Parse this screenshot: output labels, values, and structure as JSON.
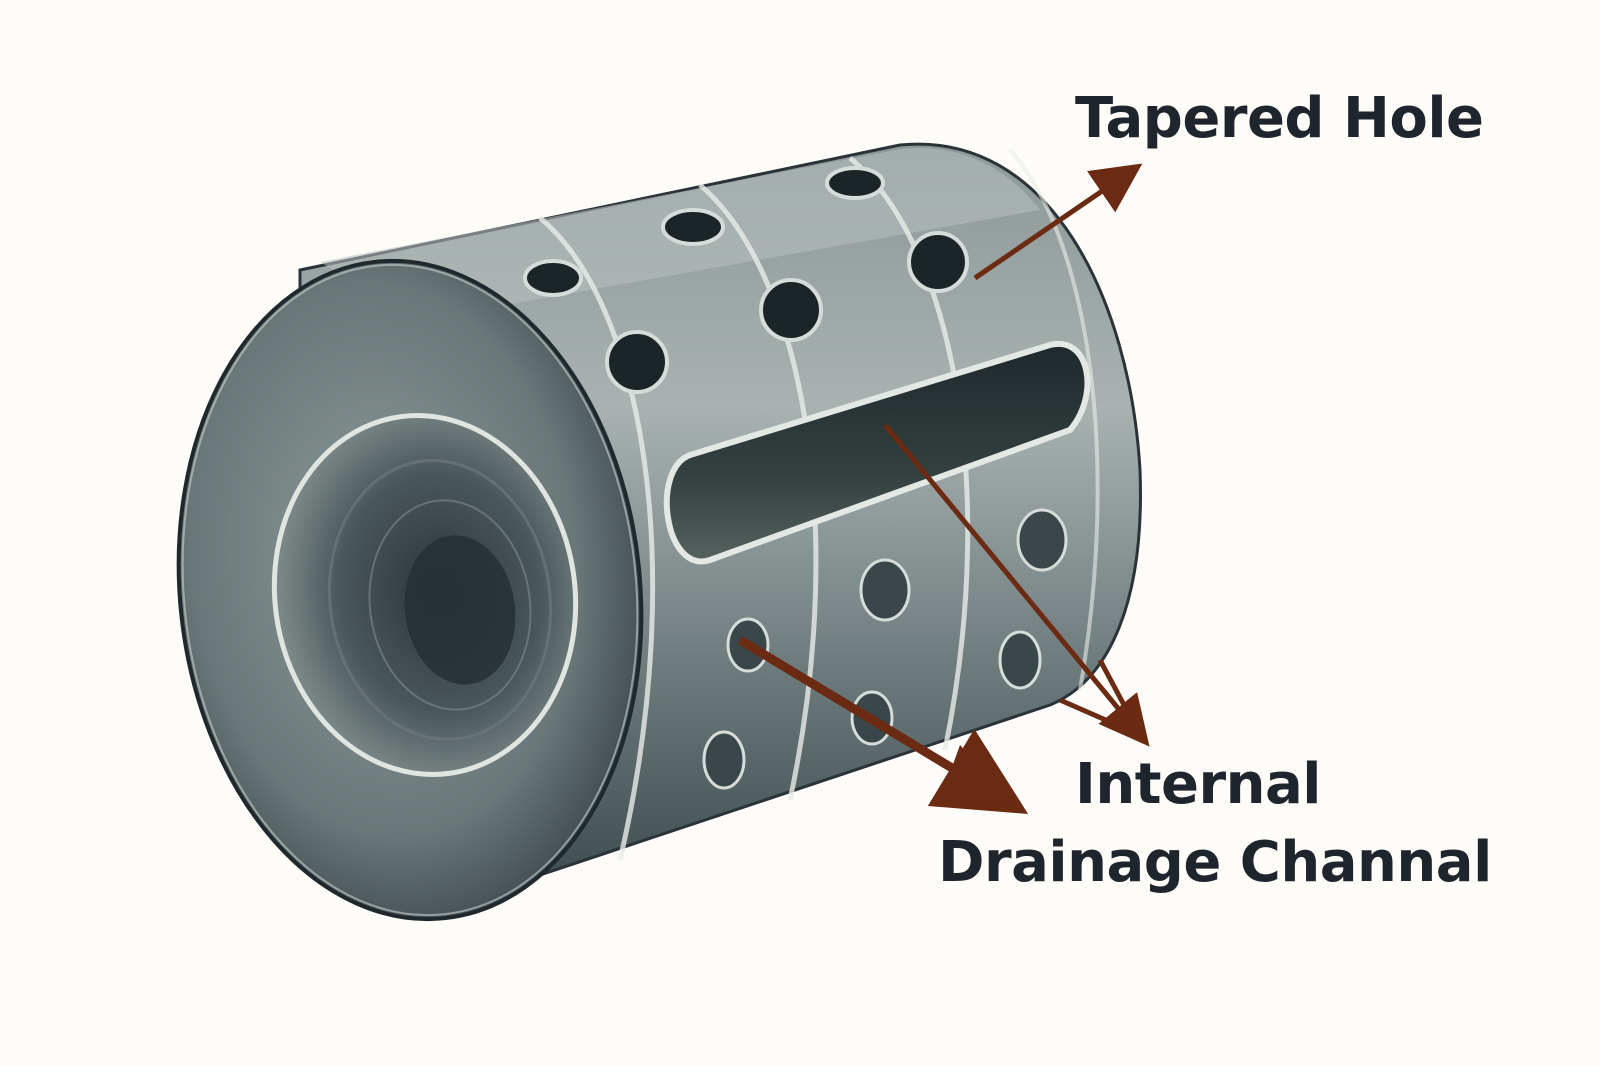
{
  "diagram": {
    "labels": {
      "tapered_hole": "Tapered Hole",
      "channel_line1": "Internal",
      "channel_line2": "Drainage Channal"
    },
    "colors": {
      "background": "#fdfcf8",
      "body_dark": "#2f3b40",
      "body_mid": "#5f6c6f",
      "body_light": "#a9b2b1",
      "arrow": "#6b2a12",
      "text": "#1f252c"
    },
    "subject": "perforated-cylindrical-sleeve"
  }
}
